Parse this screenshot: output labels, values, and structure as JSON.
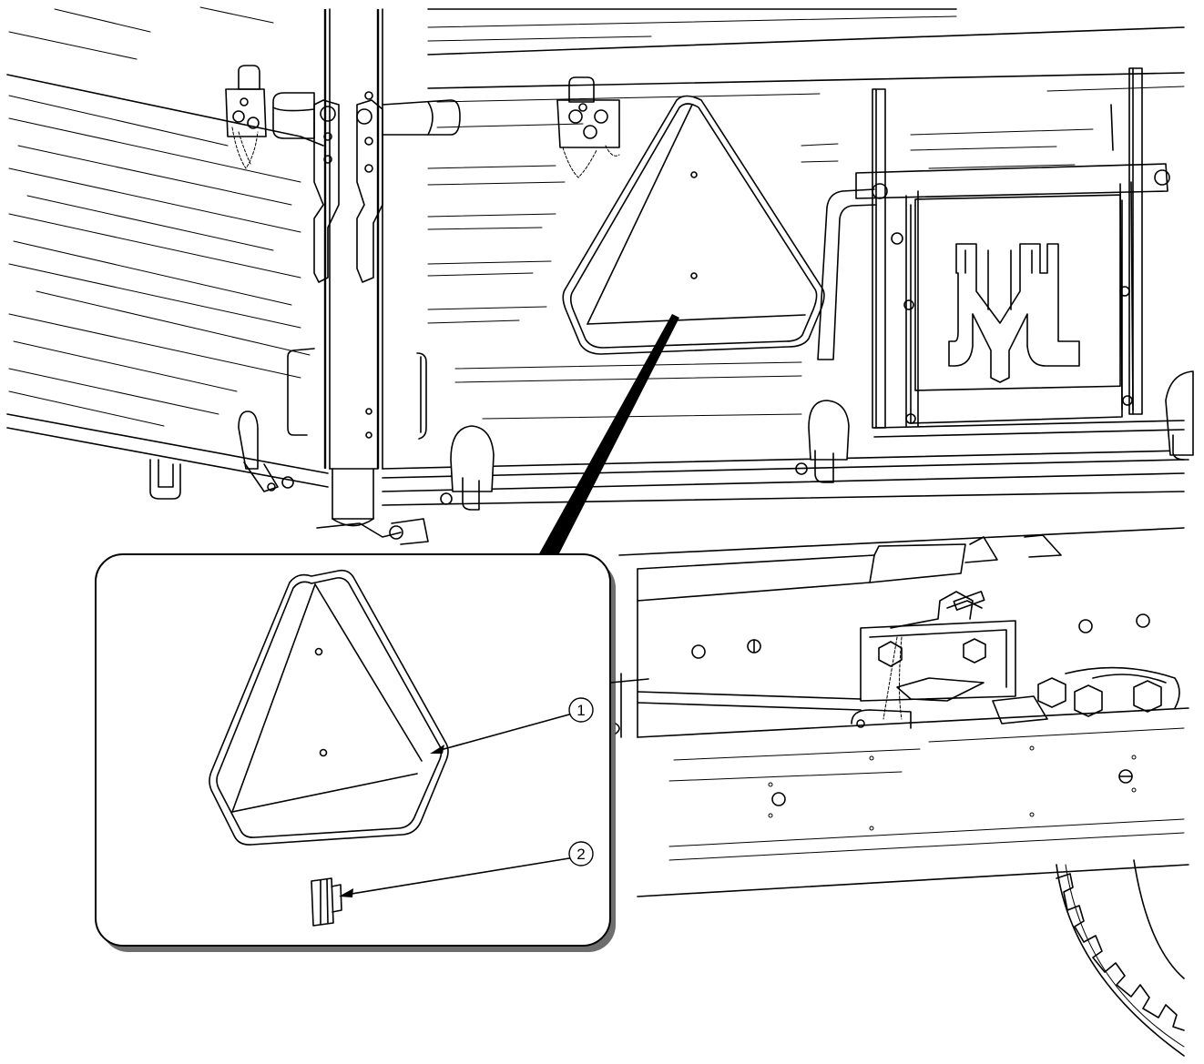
{
  "figure": {
    "description_type": "technical-line-drawing",
    "callouts": [
      {
        "number": "1",
        "part": "slow-moving-vehicle-triangle"
      },
      {
        "number": "2",
        "part": "mounting-bracket"
      }
    ],
    "logo_letters": "JM"
  },
  "colors": {
    "line": "#000000",
    "background": "#ffffff",
    "inset_shadow": "#6e6e6e"
  }
}
